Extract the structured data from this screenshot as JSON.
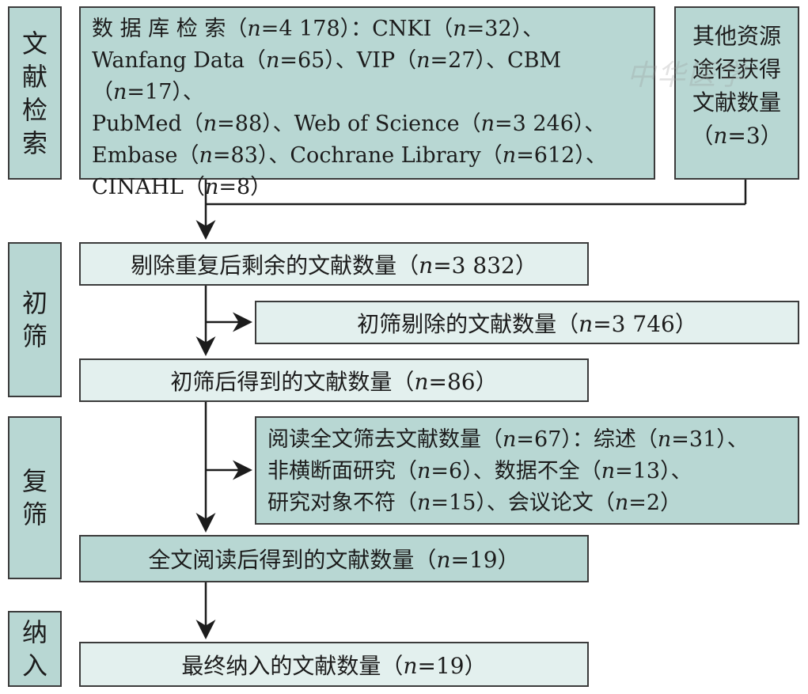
{
  "stages": {
    "search": "文献检索",
    "screening": "初筛",
    "full_text": "复筛",
    "included": "纳入"
  },
  "database_search": {
    "lines": [
      [
        {
          "t": "数 据 库 检 索（"
        },
        {
          "t": "n",
          "i": true
        },
        {
          "t": "=4 178）：CNKI（"
        },
        {
          "t": "n",
          "i": true
        },
        {
          "t": "=32）、"
        }
      ],
      [
        {
          "t": "Wanfang Data（"
        },
        {
          "t": "n",
          "i": true
        },
        {
          "t": "=65）、VIP（"
        },
        {
          "t": "n",
          "i": true
        },
        {
          "t": "=27）、CBM（"
        },
        {
          "t": "n",
          "i": true
        },
        {
          "t": "=17）、"
        }
      ],
      [
        {
          "t": "PubMed（"
        },
        {
          "t": "n",
          "i": true
        },
        {
          "t": "=88）、Web of Science（"
        },
        {
          "t": "n",
          "i": true
        },
        {
          "t": "=3 246）、"
        }
      ],
      [
        {
          "t": "Embase（"
        },
        {
          "t": "n",
          "i": true
        },
        {
          "t": "=83）、Cochrane Library（"
        },
        {
          "t": "n",
          "i": true
        },
        {
          "t": "=612）、"
        }
      ],
      [
        {
          "t": "CINAHL（"
        },
        {
          "t": "n",
          "i": true
        },
        {
          "t": "=8）"
        }
      ]
    ]
  },
  "other_sources": {
    "lines": [
      [
        {
          "t": "其他资源"
        }
      ],
      [
        {
          "t": "途径获得"
        }
      ],
      [
        {
          "t": "文献数量"
        }
      ],
      [
        {
          "t": "（"
        },
        {
          "t": "n",
          "i": true
        },
        {
          "t": "=3）"
        }
      ]
    ]
  },
  "after_dedup": {
    "lines": [
      [
        {
          "t": "剔除重复后剩余的文献数量（"
        },
        {
          "t": "n",
          "i": true
        },
        {
          "t": "=3 832）"
        }
      ]
    ]
  },
  "screen_excluded": {
    "lines": [
      [
        {
          "t": "初筛剔除的文献数量（"
        },
        {
          "t": "n",
          "i": true
        },
        {
          "t": "=3 746）"
        }
      ]
    ]
  },
  "after_screen": {
    "lines": [
      [
        {
          "t": "初筛后得到的文献数量（"
        },
        {
          "t": "n",
          "i": true
        },
        {
          "t": "=86）"
        }
      ]
    ]
  },
  "fulltext_excluded": {
    "lines": [
      [
        {
          "t": "阅读全文筛去文献数量（"
        },
        {
          "t": "n",
          "i": true
        },
        {
          "t": "=67）：综述（"
        },
        {
          "t": "n",
          "i": true
        },
        {
          "t": "=31）、"
        }
      ],
      [
        {
          "t": "非横断面研究（"
        },
        {
          "t": "n",
          "i": true
        },
        {
          "t": "=6）、数据不全（"
        },
        {
          "t": "n",
          "i": true
        },
        {
          "t": "=13）、"
        }
      ],
      [
        {
          "t": "研究对象不符（"
        },
        {
          "t": "n",
          "i": true
        },
        {
          "t": "=15）、会议论文（"
        },
        {
          "t": "n",
          "i": true
        },
        {
          "t": "=2）"
        }
      ]
    ]
  },
  "after_fulltext": {
    "lines": [
      [
        {
          "t": "全文阅读后得到的文献数量（"
        },
        {
          "t": "n",
          "i": true
        },
        {
          "t": "=19）"
        }
      ]
    ]
  },
  "final_included": {
    "lines": [
      [
        {
          "t": "最终纳入的文献数量（"
        },
        {
          "t": "n",
          "i": true
        },
        {
          "t": "=19）"
        }
      ]
    ]
  },
  "watermark": "中华医学"
}
